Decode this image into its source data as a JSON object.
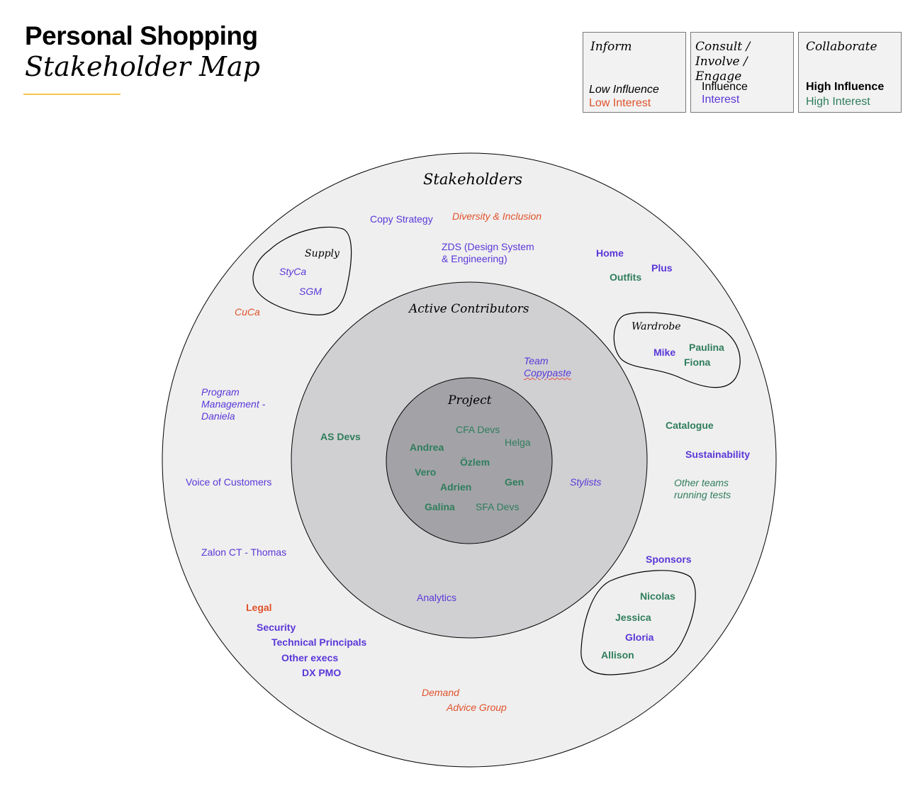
{
  "header": {
    "title": "Personal Shopping",
    "subtitle": "Stakeholder Map"
  },
  "legend": [
    {
      "heading": "Inform",
      "line1": "Low Influence",
      "line2": "Low Interest"
    },
    {
      "heading": "Consult / Involve / Engage",
      "line1": "Influence",
      "line2": "Interest"
    },
    {
      "heading": "Collaborate",
      "line1": "High Influence",
      "line2": "High Interest"
    }
  ],
  "colors": {
    "low_interest": "#e0522b",
    "interest": "#5a37d8",
    "high_interest": "#2f7d5c",
    "outer_ring": "#efefef",
    "middle_ring": "#d0d0d2",
    "inner_ring": "#a3a3a7"
  },
  "rings": {
    "stakeholders": "Stakeholders",
    "active_contributors": "Active Contributors",
    "project": "Project"
  },
  "groups": {
    "supply": "Supply",
    "wardrobe": "Wardrobe"
  },
  "stakeholders": {
    "copy_strategy": "Copy Strategy",
    "diversity_inclusion": "Diversity & Inclusion",
    "zds_1": "ZDS (Design System",
    "zds_2": "& Engineering)",
    "home": "Home",
    "plus": "Plus",
    "outfits": "Outfits",
    "styca": "StyCa",
    "sgm": "SGM",
    "cuca": "CuCa",
    "mike": "Mike",
    "paulina": "Paulina",
    "fiona": "Fiona",
    "program_mgmt_1": "Program",
    "program_mgmt_2": "Management -",
    "program_mgmt_3": "Daniela",
    "catalogue": "Catalogue",
    "sustainability": "Sustainability",
    "other_teams_1": "Other teams",
    "other_teams_2": "running tests",
    "voice_of_customers": "Voice of Customers",
    "zalon_ct": "Zalon CT - Thomas",
    "sponsors": "Sponsors",
    "nicolas": "Nicolas",
    "jessica": "Jessica",
    "gloria": "Gloria",
    "allison": "Allison",
    "legal": "Legal",
    "security": "Security",
    "technical_principals": "Technical Principals",
    "other_execs": "Other execs",
    "dx_pmo": "DX PMO",
    "demand": "Demand",
    "advice_group": "Advice Group"
  },
  "active_contributors": {
    "team_copypaste_1": "Team",
    "team_copypaste_2": "Copypaste",
    "as_devs": "AS Devs",
    "stylists": "Stylists",
    "analytics": "Analytics"
  },
  "project": {
    "cfa_devs": "CFA Devs",
    "andrea": "Andrea",
    "helga": "Helga",
    "ozlem": "Özlem",
    "vero": "Vero",
    "gen": "Gen",
    "adrien": "Adrien",
    "galina": "Galina",
    "sfa_devs": "SFA Devs"
  }
}
